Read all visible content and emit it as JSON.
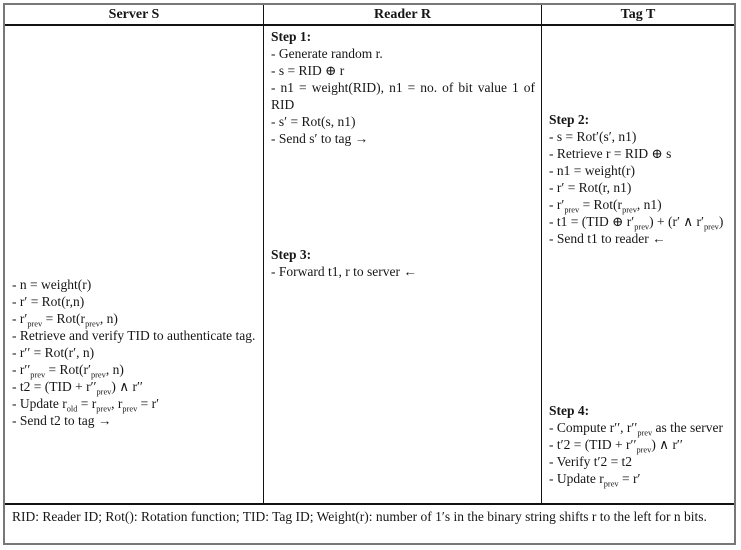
{
  "table": {
    "columns": [
      {
        "id": "server",
        "header": "Server S",
        "blocks": [
          {
            "title": null,
            "lines": [
              "- n = weight(r)",
              "- r′ = Rot(r,n)",
              "- r′_{prev} = Rot(r_{prev}, n)",
              "- Retrieve and verify TID to authenticate tag.",
              "- r′′ = Rot(r′, n)",
              "- r′′_{prev} = Rot(r′_{prev}, n)",
              "- t2 = (TID + r′′_{prev}) ∧ r′′",
              "- Update r_{old} = r_{prev}, r_{prev} = r′",
              "- Send t2 to tag →"
            ]
          }
        ]
      },
      {
        "id": "reader",
        "header": "Reader R",
        "blocks": [
          {
            "title": "Step 1:",
            "lines": [
              "- Generate random r.",
              "- s = RID ⊕ r",
              "- n1 = weight(RID), n1 = no. of bit value 1 of RID",
              "- s′ = Rot(s, n1)",
              "- Send s′ to tag →"
            ]
          },
          {
            "title": "Step 3:",
            "lines": [
              "- Forward t1, r to server ←"
            ]
          }
        ]
      },
      {
        "id": "tag",
        "header": "Tag T",
        "blocks": [
          {
            "title": "Step 2:",
            "lines": [
              "- s = Rot′(s′, n1)",
              "- Retrieve r = RID ⊕ s",
              "- n1 = weight(r)",
              "- r′ = Rot(r, n1)",
              "- r′_{prev} = Rot(r_{prev}, n1)",
              "- t1 = (TID ⊕ r′_{prev}) + (r′ ∧ r′_{prev})",
              "- Send t1 to reader ←"
            ]
          },
          {
            "title": "Step 4:",
            "lines": [
              "- Compute r′′, r′′_{prev} as the server",
              "- t′2 = (TID + r′′_{prev}) ∧ r′′",
              "- Verify t′2 = t2",
              "- Update r_{prev} = r′"
            ]
          }
        ]
      }
    ],
    "footer": "RID: Reader ID; Rot(): Rotation function; TID: Tag ID; Weight(r): number of 1′s in the binary string shifts r to the left for n bits."
  }
}
